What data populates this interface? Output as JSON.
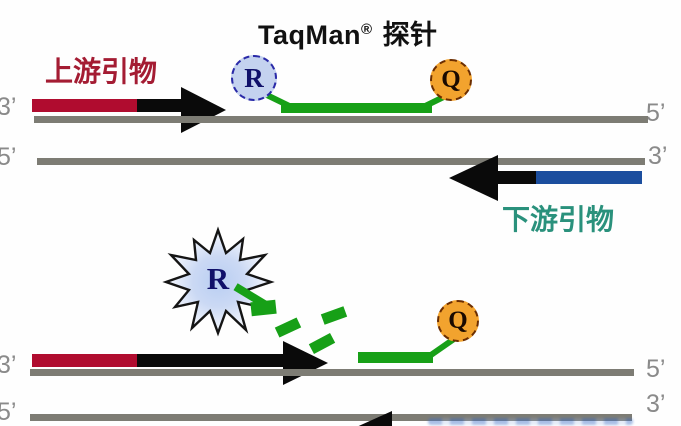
{
  "title": {
    "brand": "TaqMan",
    "registered": "®",
    "suffix": "探针"
  },
  "annotations": {
    "upstream_primer": "上游引物",
    "downstream_primer": "下游引物"
  },
  "probe": {
    "reporter_label": "R",
    "quencher_label": "Q"
  },
  "panel_hybridization": {
    "reporter_label": "R",
    "quencher_label": "Q",
    "template_strand": {
      "left_end": "3’",
      "right_end": "5’"
    },
    "complement_strand": {
      "left_end": "5’",
      "right_end": "3’"
    }
  },
  "panel_cleavage": {
    "released_reporter_label": "R",
    "quencher_label": "Q",
    "template_strand": {
      "left_end": "3’",
      "right_end": "5’"
    },
    "complement_strand": {
      "left_end": "5’",
      "right_end": "3’"
    }
  },
  "colors": {
    "upstream_primer_fill": "#B00C2F",
    "downstream_primer_fill": "#1C4E9E",
    "probe_green": "#17A017",
    "strand_gray": "#7D7C74",
    "reporter_fill": "#C4D2EF",
    "reporter_border": "#2A2AA8",
    "quencher_fill": "#F2A32E",
    "quencher_border": "#6B2D00",
    "upstream_text": "#A41C33",
    "downstream_text": "#2A917C",
    "end_label_gray": "#8A8A8A",
    "arrow_black": "#0A0A0A"
  }
}
